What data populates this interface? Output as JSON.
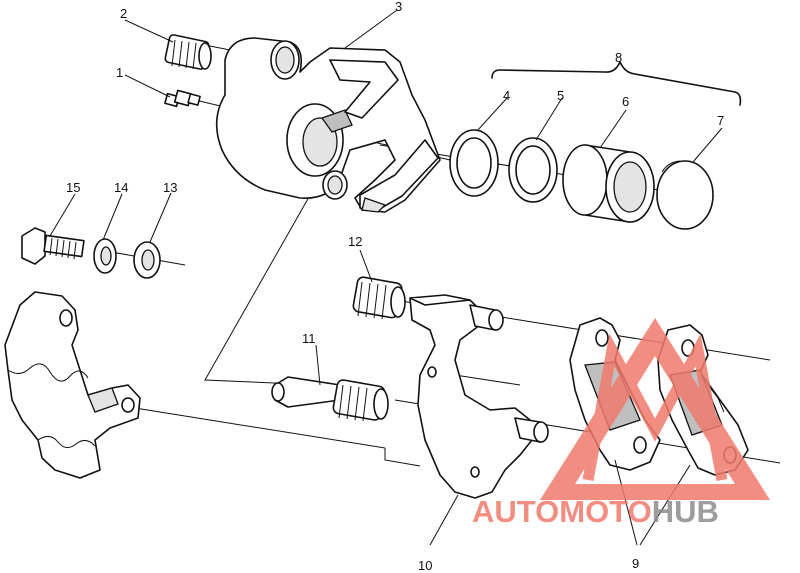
{
  "callouts": [
    {
      "id": "1",
      "label": "1"
    },
    {
      "id": "2",
      "label": "2"
    },
    {
      "id": "3",
      "label": "3"
    },
    {
      "id": "4",
      "label": "4"
    },
    {
      "id": "5",
      "label": "5"
    },
    {
      "id": "6",
      "label": "6"
    },
    {
      "id": "7",
      "label": "7"
    },
    {
      "id": "8",
      "label": "8"
    },
    {
      "id": "9",
      "label": "9"
    },
    {
      "id": "10",
      "label": "10"
    },
    {
      "id": "11",
      "label": "11"
    },
    {
      "id": "12",
      "label": "12"
    },
    {
      "id": "13",
      "label": "13"
    },
    {
      "id": "14",
      "label": "14"
    },
    {
      "id": "15",
      "label": "15"
    }
  ],
  "watermark": {
    "word_part1": "AUTOMOTO",
    "word_part2": "HUB",
    "color_primary": "#f07a6c",
    "color_secondary": "#8c8c8c"
  }
}
